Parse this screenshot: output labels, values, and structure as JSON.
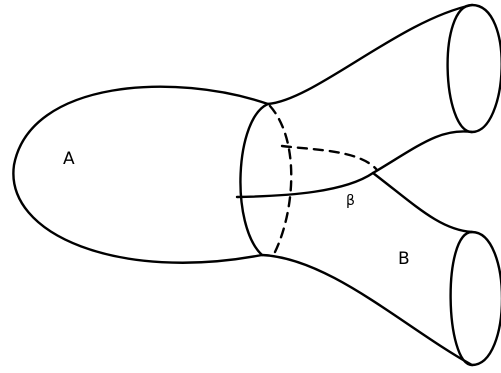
{
  "diagram": {
    "labels": {
      "region_a": "A",
      "region_b": "B",
      "curve": "β"
    },
    "colors": {
      "stroke": "#000000",
      "background": "#ffffff"
    }
  }
}
